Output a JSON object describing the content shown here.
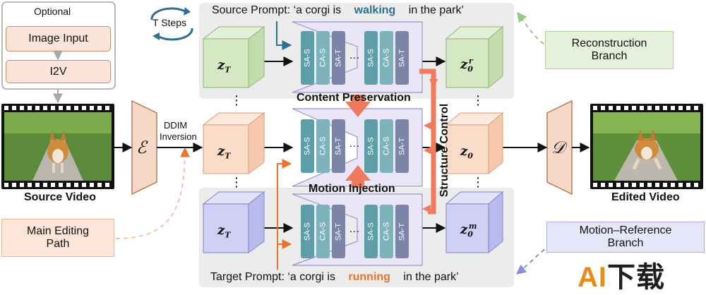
{
  "optional": {
    "title": "Optional",
    "image_input": "Image Input",
    "i2v": "I2V"
  },
  "source_video_label": "Source Video",
  "edited_video_label": "Edited Video",
  "ddim": {
    "line1": "DDIM",
    "line2": "Inversion"
  },
  "encoder_symbol": "ℰ",
  "decoder_symbol": "𝒟",
  "t_steps": "T Steps",
  "prompts": {
    "source_prefix": "Source Prompt: ‘a corgi is",
    "source_verb": "walking",
    "source_suffix": "in the park’",
    "target_prefix": "Target Prompt: ‘a corgi is",
    "target_verb": "running",
    "target_suffix": "in the park’"
  },
  "labels": {
    "content_preservation": "Content Preservation",
    "motion_injection": "Motion Injection",
    "structure_control": "Structure Control"
  },
  "unet_blocks": [
    "SA-S",
    "CA-S",
    "SA-T",
    "…",
    "SA-S",
    "CA-S",
    "SA-T"
  ],
  "latents": {
    "top_in": "z",
    "top_in_sub": "T",
    "mid_in": "z",
    "mid_in_sub": "T",
    "bot_in": "z",
    "bot_in_sub": "T",
    "top_out": "z",
    "top_out_sub": "0",
    "top_out_sup": "r",
    "mid_out": "z",
    "mid_out_sub": "0",
    "bot_out": "z",
    "bot_out_sub": "0",
    "bot_out_sup": "m"
  },
  "vertical_dots": "⋮",
  "branches": {
    "reconstruction_line1": "Reconstruction",
    "reconstruction_line2": "Branch",
    "main_editing_line1": "Main Editing",
    "main_editing_line2": "Path",
    "motion_reference_line1": "Motion–Reference",
    "motion_reference_line2": "Branch"
  },
  "watermark": {
    "latin": "AI",
    "cjk": "下载"
  },
  "colors": {
    "green_cube": "#d5e8c4",
    "peach_cube": "#fbdcc9",
    "purple_cube": "#cfd0f3",
    "orange_arrow": "#f07a5e",
    "walking": "#2f6f93",
    "running": "#e8742f",
    "watermark": "#e88d15"
  }
}
